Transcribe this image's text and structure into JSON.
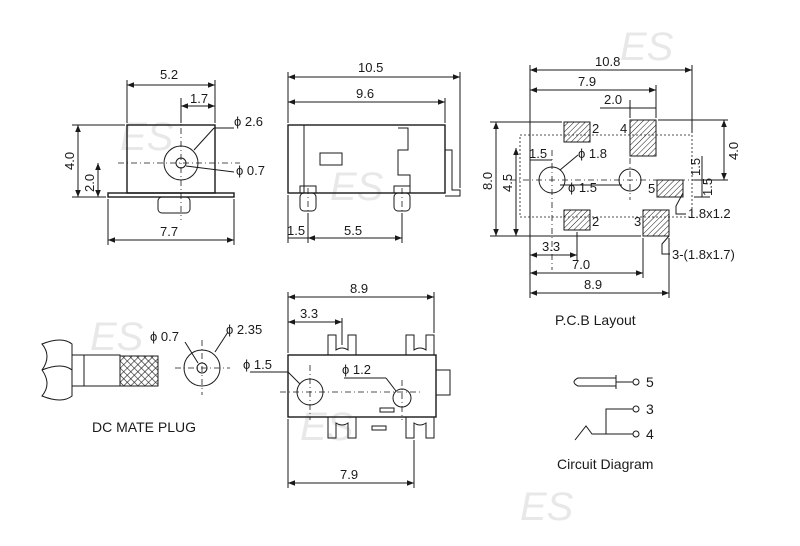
{
  "watermark": {
    "text": "ES"
  },
  "front_view": {
    "dim_width": "5.2",
    "dim_offset": "1.7",
    "dim_outer_dia": "ϕ 2.6",
    "dim_pin_dia": "ϕ 0.7",
    "dim_height": "4.0",
    "dim_center_height": "2.0",
    "dim_base_width": "7.7"
  },
  "side_view": {
    "dim_total_length": "10.5",
    "dim_body_length": "9.6",
    "dim_pin_offset": "1.5",
    "dim_pin_spacing": "5.5"
  },
  "pcb": {
    "title": "P.C.B Layout",
    "dim_total_width": "10.8",
    "dim_pad_x": "7.9",
    "dim_pad_w": "2.0",
    "dim_height": "8.0",
    "dim_center": "4.5",
    "dim_hole1": "1.5",
    "dim_hole_dia": "ϕ 1.8",
    "dim_hole2": "ϕ 1.5",
    "dim_right_h": "4.0",
    "dim_right_a": "1.5",
    "dim_right_b": "1.5",
    "pad_label_1x2": "1.8x1.2",
    "pad_label_3": "3-(1.8x1.7)",
    "dim_3_3": "3.3",
    "dim_7_0": "7.0",
    "dim_8_9": "8.9",
    "pin_labels": [
      "2",
      "4",
      "5",
      "2",
      "3"
    ]
  },
  "plug": {
    "title": "DC MATE PLUG",
    "dim_inner": "ϕ 0.7",
    "dim_outer": "ϕ 2.35"
  },
  "bottom_view": {
    "dim_total": "8.9",
    "dim_offset": "3.3",
    "dim_hole1": "ϕ 1.5",
    "dim_hole2": "ϕ 1.2",
    "dim_bottom": "7.9"
  },
  "circuit": {
    "title": "Circuit Diagram",
    "pin5": "5",
    "pin3": "3",
    "pin4": "4"
  }
}
